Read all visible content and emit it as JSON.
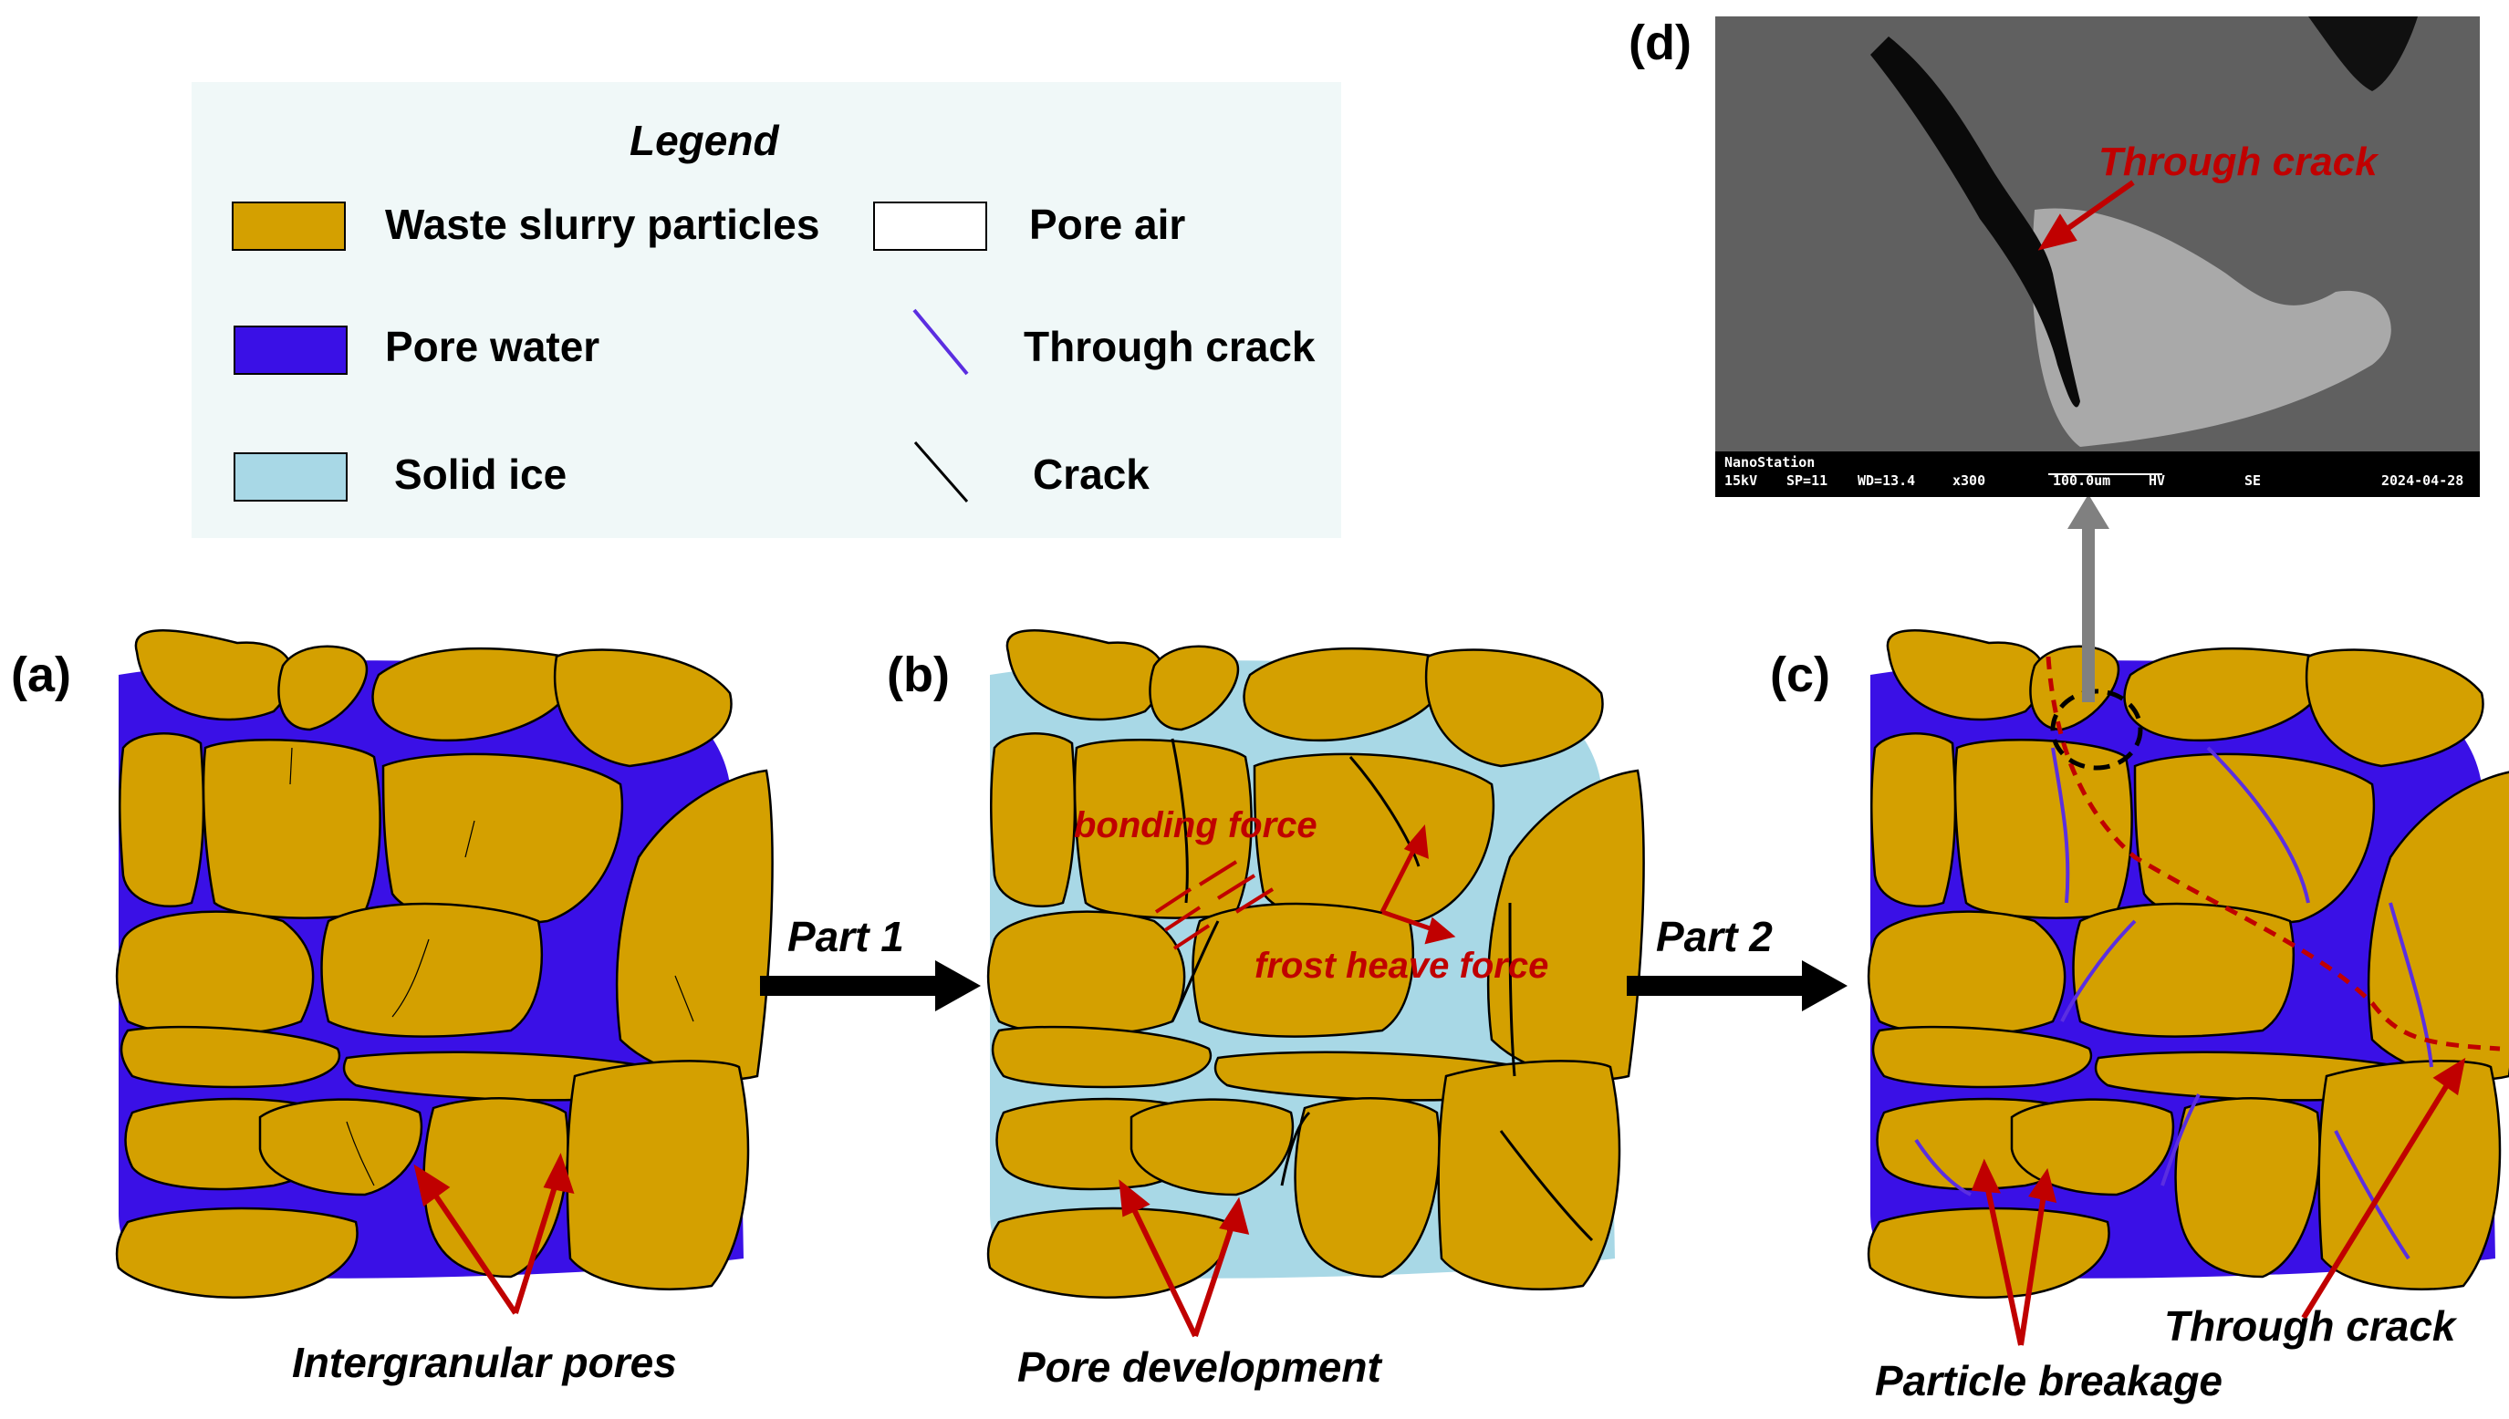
{
  "legend": {
    "title": "Legend",
    "items": [
      {
        "label": "Waste slurry particles"
      },
      {
        "label": "Pore air"
      },
      {
        "label": "Pore water"
      },
      {
        "label": "Through crack"
      },
      {
        "label": "Solid ice"
      },
      {
        "label": "Crack"
      }
    ]
  },
  "panels": {
    "a_label": "(a)",
    "b_label": "(b)",
    "c_label": "(c)",
    "d_label": "(d)"
  },
  "arrows": {
    "part1": "Part 1",
    "part2": "Part 2"
  },
  "annotations": {
    "intergranular": "Intergranular pores",
    "pore_development": "Pore development",
    "bonding_force": "bonding force",
    "frost_heave": "frost heave force",
    "particle_breakage": "Particle breakage",
    "through_crack_c": "Through crack",
    "through_crack_d": "Through crack"
  },
  "sem": {
    "brand": "NanoStation",
    "kv": "15kV",
    "sp": "SP=11",
    "wd": "WD=13.4",
    "mag": "x300",
    "scale": "100.0um",
    "hv": "HV",
    "se": "SE",
    "date": "2024-04-28"
  },
  "colors": {
    "particle": "#d4a000",
    "pore_water": "#3a10e6",
    "solid_ice": "#a8d8e6",
    "pore_air": "#ffffff",
    "through_crack": "#5b2ee0",
    "crack": "#000000",
    "annotation": "#c00000",
    "legend_bg": "#f0f8f8"
  }
}
